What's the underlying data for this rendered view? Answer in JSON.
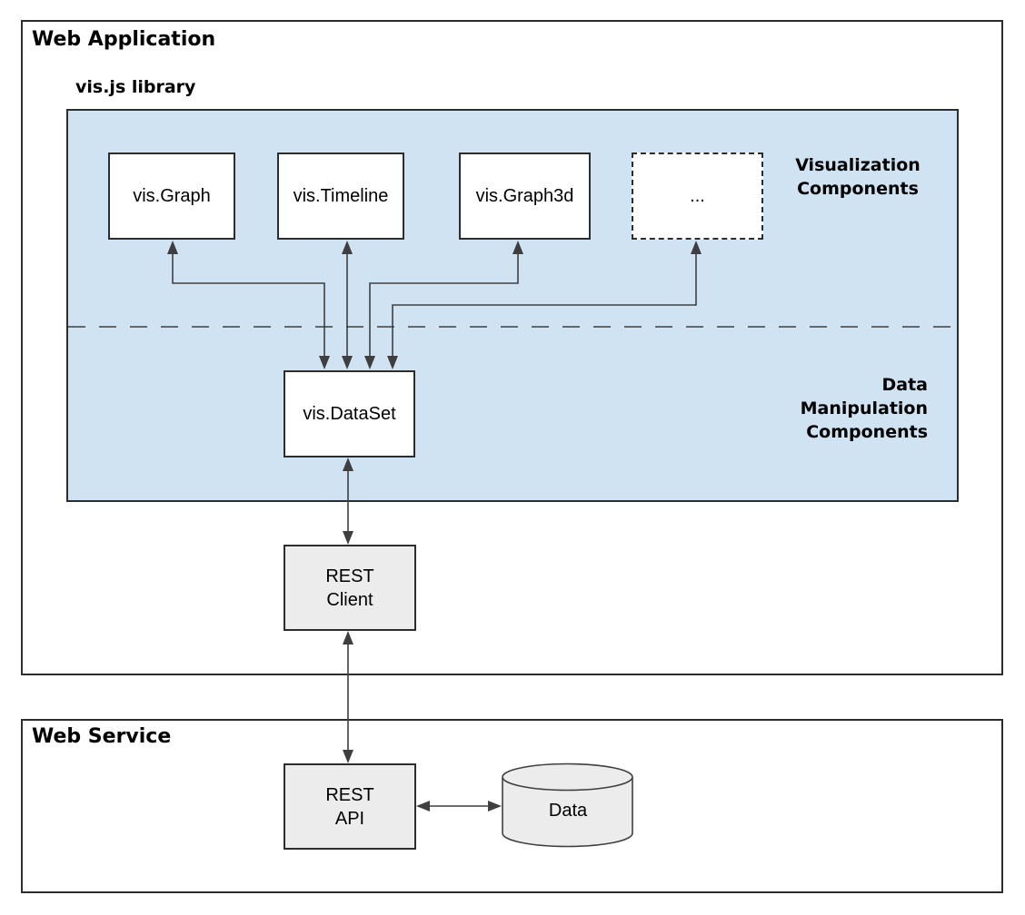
{
  "web_application": {
    "title": "Web Application",
    "library": {
      "title": "vis.js library",
      "component_boxes": [
        "vis.Graph",
        "vis.Timeline",
        "vis.Graph3d",
        "..."
      ],
      "visualization_label": [
        "Visualization",
        "Components"
      ],
      "data_manipulation_label": [
        "Data",
        "Manipulation",
        "Components"
      ],
      "dataset_box": "vis.DataSet"
    },
    "rest_client": [
      "REST",
      "Client"
    ]
  },
  "web_service": {
    "title": "Web Service",
    "rest_api": [
      "REST",
      "API"
    ],
    "data_store": "Data"
  },
  "colors": {
    "library_panel_fill": "#cfe3f2",
    "component_box_fill": "#ffffff",
    "service_box_fill": "#ececec",
    "border": "#2d2d2d",
    "connector": "#3f3f3f"
  }
}
